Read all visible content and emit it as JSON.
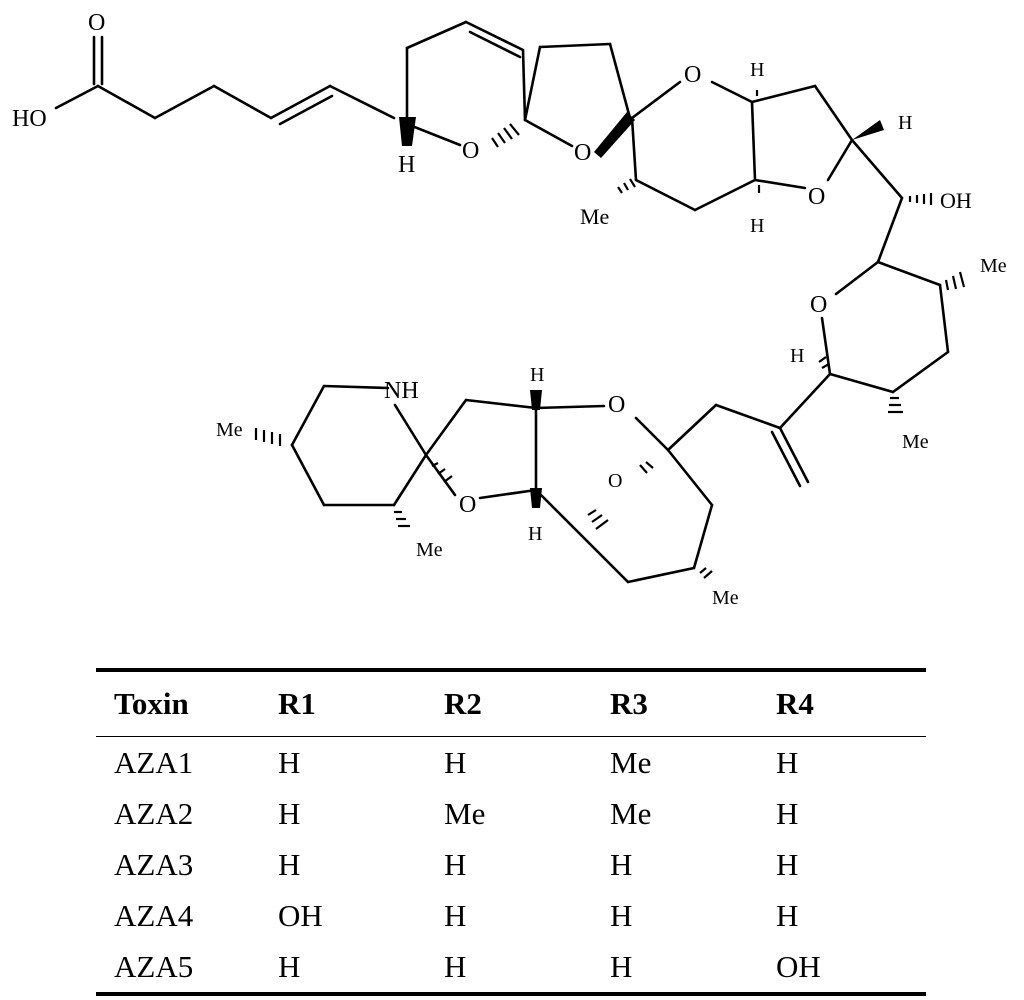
{
  "structure": {
    "atom_labels": {
      "carbonyl_o": "O",
      "acid_oh": "HO",
      "ring_a_o": "O",
      "ring_a_h": "H",
      "ring_b_o": "O",
      "ring_c_o": "O",
      "ring_c_me": "Me",
      "ring_d_h_top": "H",
      "ring_d_h_bottom": "H",
      "ring_d_o": "O",
      "ring_d_h_right": "H",
      "side_oh": "OH",
      "ring_e_o": "O",
      "ring_e_me_top": "Me",
      "ring_e_h": "H",
      "ring_e_me_bottom": "Me",
      "ring_f_o": "O",
      "ring_g_h_top": "H",
      "ring_g_o": "O",
      "ring_g_h_bottom": "H",
      "ring_h_me": "Me",
      "ring_i_nh": "NH",
      "ring_i_me_left": "Me",
      "ring_i_me_bottom": "Me"
    }
  },
  "table": {
    "headers": [
      "Toxin",
      "R1",
      "R2",
      "R3",
      "R4"
    ],
    "rows": [
      [
        "AZA1",
        "H",
        "H",
        "Me",
        "H"
      ],
      [
        "AZA2",
        "H",
        "Me",
        "Me",
        "H"
      ],
      [
        "AZA3",
        "H",
        "H",
        "H",
        "H"
      ],
      [
        "AZA4",
        "OH",
        "H",
        "H",
        "H"
      ],
      [
        "AZA5",
        "H",
        "H",
        "H",
        "OH"
      ]
    ]
  }
}
